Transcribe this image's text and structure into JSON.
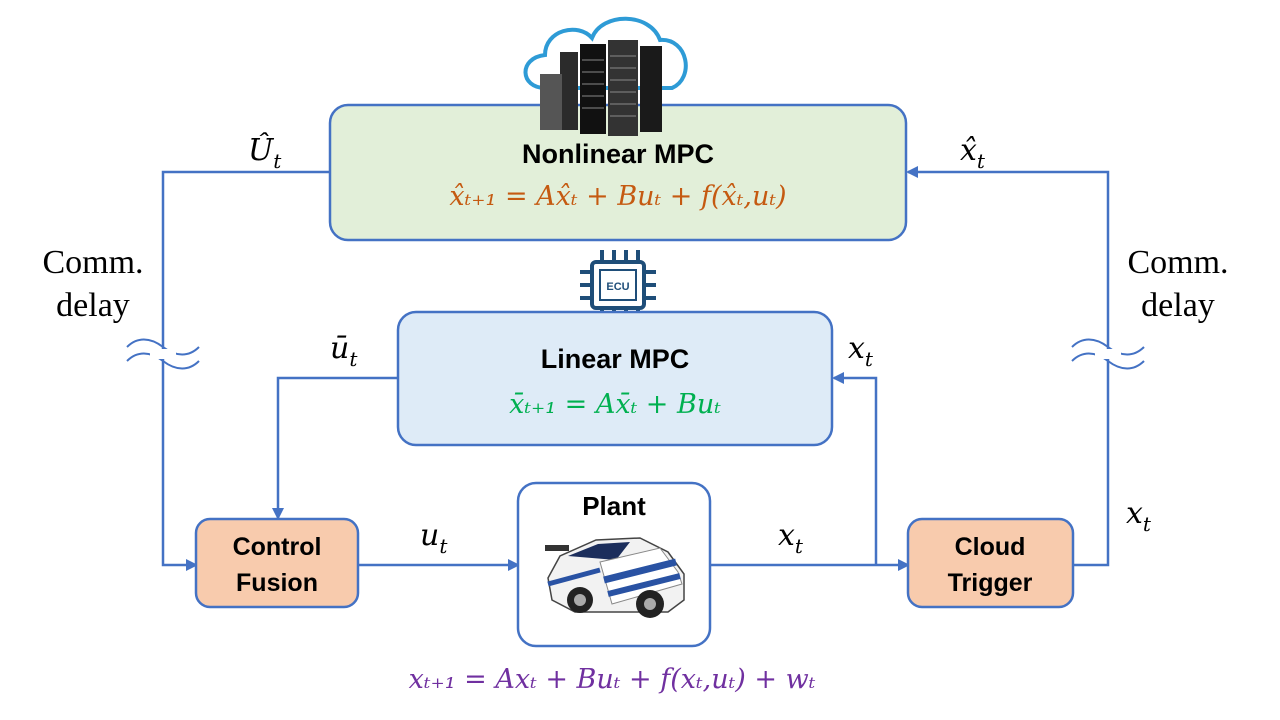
{
  "nonlinear_mpc": {
    "title": "Nonlinear MPC",
    "equation": "x̂ₜ₊₁ = Ax̂ₜ + Buₜ + f(x̂ₜ,uₜ)",
    "fill": "#e2efd9",
    "equation_color": "#c55a11"
  },
  "linear_mpc": {
    "title": "Linear MPC",
    "equation": "x̄ₜ₊₁ = Ax̄ₜ + Buₜ",
    "fill": "#deebf7",
    "equation_color": "#00b050"
  },
  "plant": {
    "title": "Plant",
    "equation": "xₜ₊₁ = Axₜ + Buₜ + f(xₜ,uₜ) + wₜ",
    "equation_color": "#7030a0",
    "car_icon": "race-car-icon"
  },
  "control_fusion": {
    "line1": "Control",
    "line2": "Fusion",
    "fill": "#f8cbad"
  },
  "cloud_trigger": {
    "line1": "Cloud",
    "line2": "Trigger",
    "fill": "#f8cbad"
  },
  "labels": {
    "comm_delay_left": [
      "Comm.",
      "delay"
    ],
    "comm_delay_right": [
      "Comm.",
      "delay"
    ],
    "U_hat": {
      "main": "Û",
      "sub": "t"
    },
    "x_hat": {
      "main": "x̂",
      "sub": "t"
    },
    "u_bar": {
      "main": "ū",
      "sub": "t"
    },
    "x_linear": {
      "main": "x",
      "sub": "t"
    },
    "u_plant": {
      "main": "u",
      "sub": "t"
    },
    "x_plant": {
      "main": "x",
      "sub": "t"
    },
    "x_right": {
      "main": "x",
      "sub": "t"
    }
  },
  "icons": {
    "cloud": "cloud-server-icon",
    "ecu": "ecu-chip-icon",
    "ecu_text": "ECU"
  },
  "colors": {
    "line": "#4472c4",
    "border": "#4472c4"
  }
}
